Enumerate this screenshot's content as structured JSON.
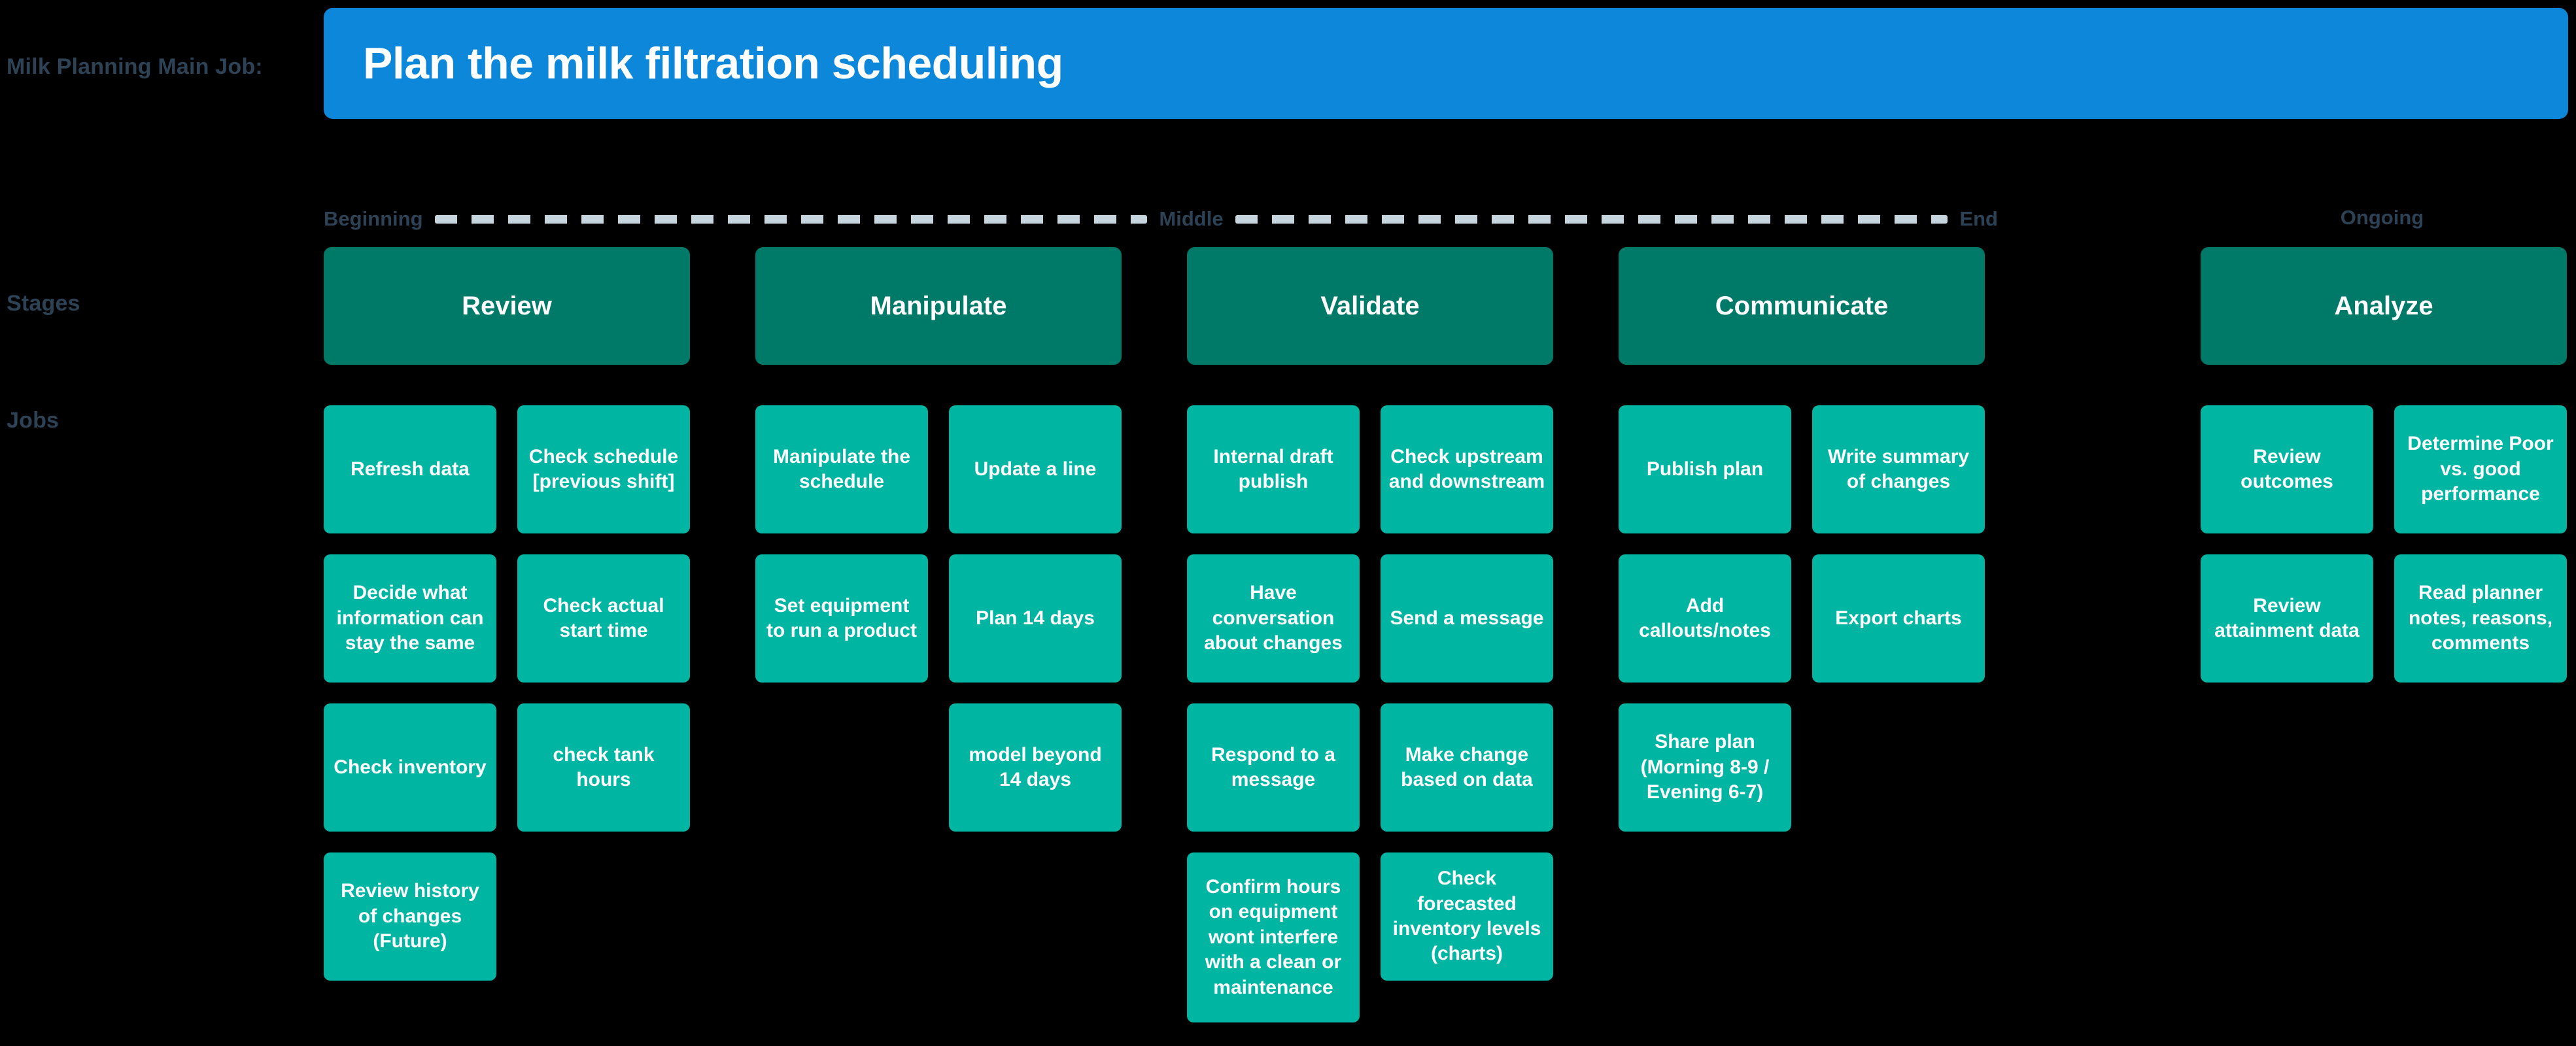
{
  "labels": {
    "main_job": "Milk Planning Main Job:",
    "stages": "Stages",
    "jobs": "Jobs"
  },
  "banner": {
    "title": "Plan the milk filtration scheduling",
    "color": "#0c87da"
  },
  "timeline": {
    "beginning": "Beginning",
    "middle": "Middle",
    "end": "End",
    "ongoing": "Ongoing",
    "dash_color": "#c6d4dd",
    "text_color": "#2e4256"
  },
  "colors": {
    "background": "#000000",
    "stage_card": "#007a68",
    "job_card": "#01b5a3",
    "card_text": "#ffffff"
  },
  "columns": [
    {
      "stage": "Review",
      "jobs": [
        "Refresh data",
        "Check schedule [previous shift]",
        "Decide what information can stay the same",
        "Check actual start time",
        "Check inventory",
        "check tank hours",
        "Review history of changes (Future)"
      ]
    },
    {
      "stage": "Manipulate",
      "jobs": [
        "Manipulate the schedule",
        "Update a line",
        "Set equipment to run a product",
        "Plan 14 days",
        "",
        "model beyond 14 days"
      ]
    },
    {
      "stage": "Validate",
      "jobs": [
        "Internal draft publish",
        "Check upstream and downstream",
        "Have conversation about changes",
        "Send a message",
        "Respond to a message",
        "Make change based on data",
        "Confirm hours on equipment wont interfere with a clean or maintenance",
        "Check forecasted inventory levels (charts)"
      ]
    },
    {
      "stage": "Communicate",
      "jobs": [
        "Publish plan",
        "Write summary of changes",
        "Add callouts/notes",
        "Export charts",
        "Share plan (Morning 8-9 / Evening 6-7)"
      ]
    },
    {
      "stage": "Analyze",
      "jobs": [
        "Review outcomes",
        "Determine Poor vs. good performance",
        "Review attainment data",
        "Read planner notes, reasons, comments"
      ]
    }
  ]
}
